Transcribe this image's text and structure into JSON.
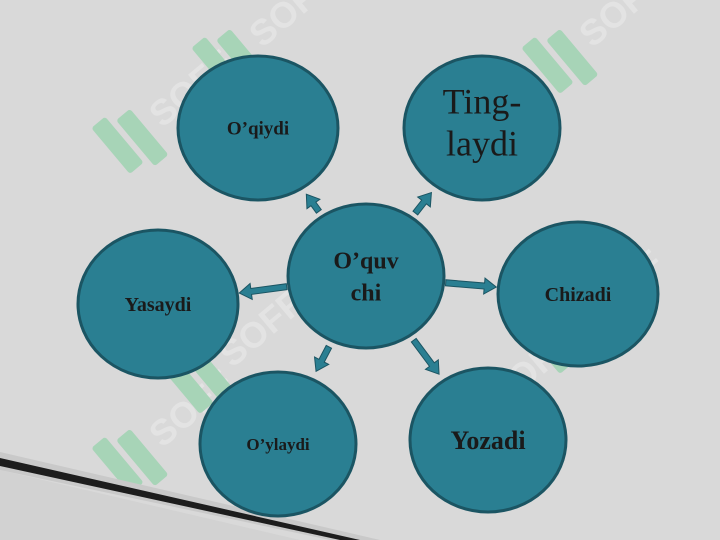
{
  "center": {
    "lines": [
      "O’quv",
      "chi"
    ]
  },
  "nodes": [
    {
      "id": "oqiydi",
      "lines": [
        "O’qiydi"
      ]
    },
    {
      "id": "tinglaydi",
      "lines": [
        "Ting-",
        "laydi"
      ]
    },
    {
      "id": "chizadi",
      "lines": [
        "Chizadi"
      ]
    },
    {
      "id": "yozadi",
      "lines": [
        "Yozadi"
      ]
    },
    {
      "id": "oylaydi",
      "lines": [
        "O’ylaydi"
      ]
    },
    {
      "id": "yasaydi",
      "lines": [
        "Yasaydi"
      ]
    }
  ],
  "colors": {
    "background": "#d9d9d9",
    "circle_fill": "#2a7f92",
    "circle_stroke": "#1b5563",
    "arrow_fill": "#2a7f92",
    "watermark": "#7ecf9c"
  },
  "watermark": {
    "text": "SOFF"
  }
}
